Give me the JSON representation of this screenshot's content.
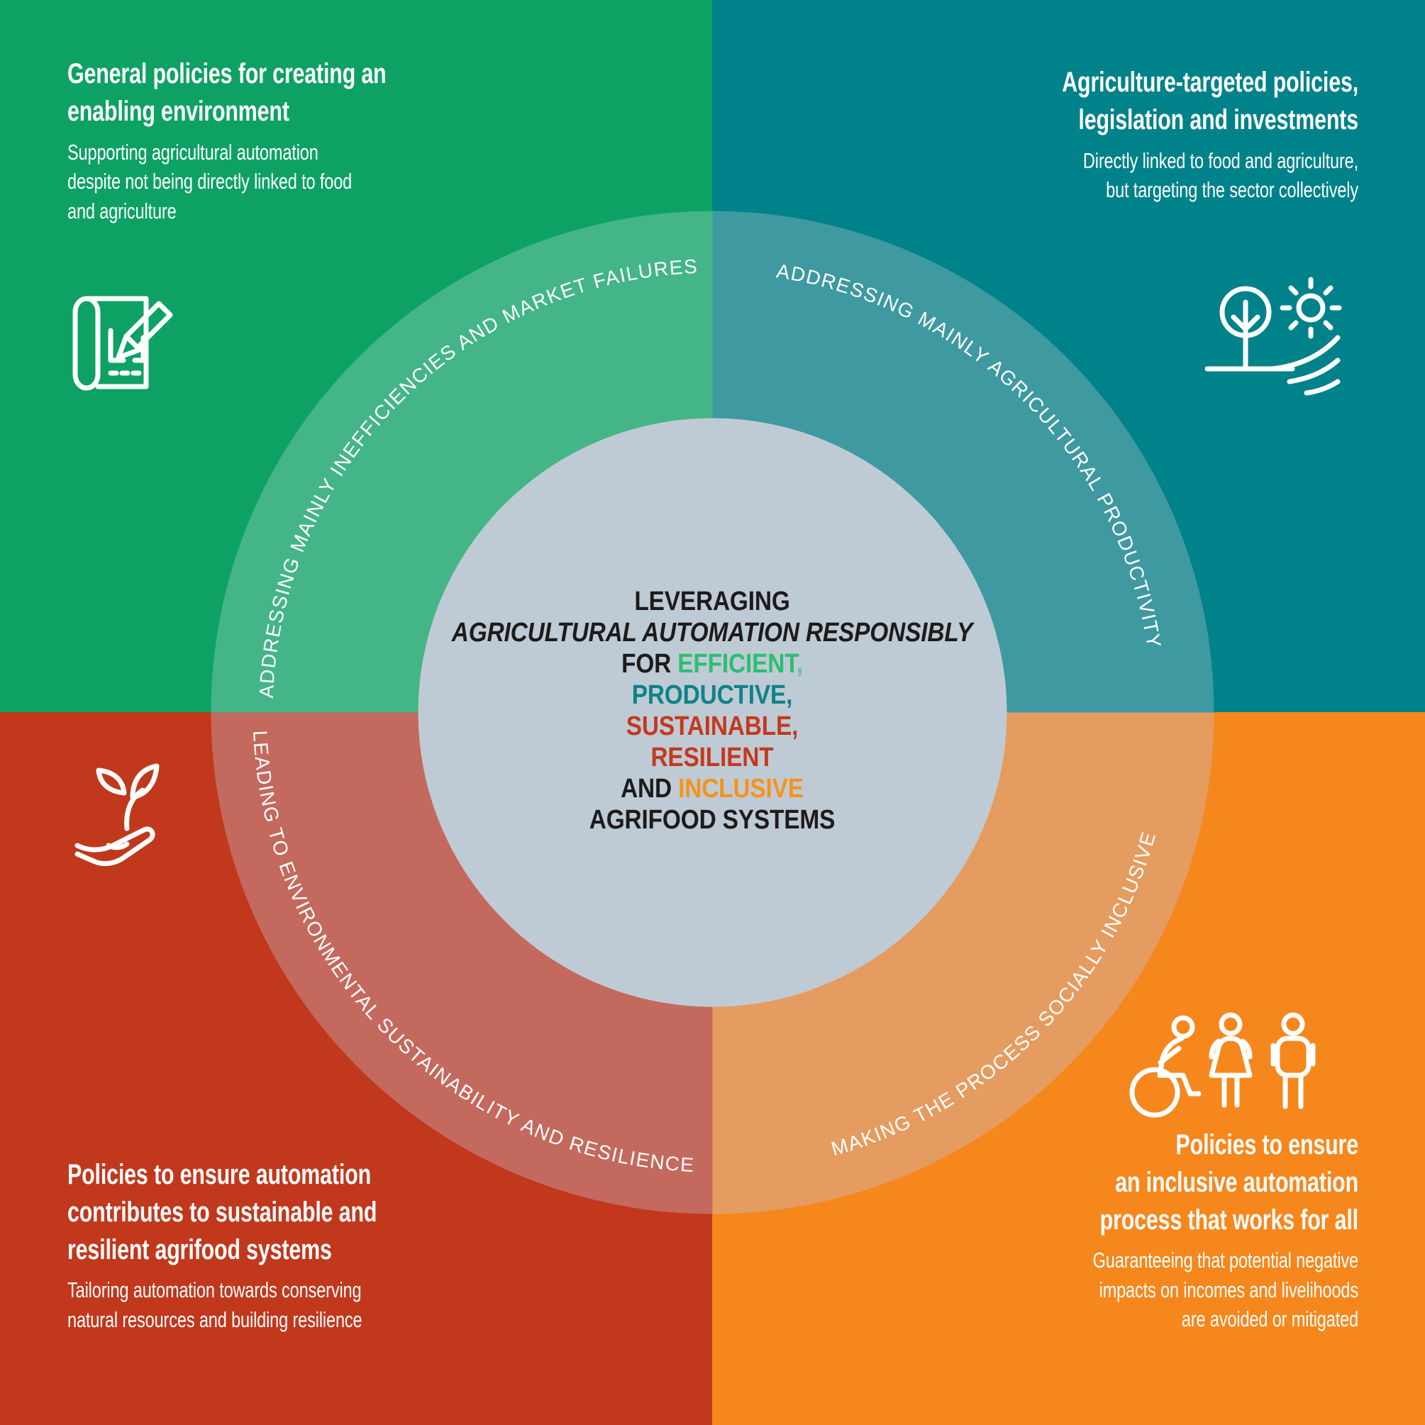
{
  "theme": {
    "q_green": "#0DA264",
    "q_teal": "#00828A",
    "q_red": "#C1381D",
    "q_orange": "#F6871D",
    "ring_green": "#44B586",
    "ring_teal": "#3F99A1",
    "ring_red": "#C4695E",
    "ring_orange": "#E59C60",
    "circle": "#BFCBD4",
    "ink": "#1D1B1B",
    "w_efficient": "#2CBE72",
    "w_comma": "#5FC2B2",
    "w_productive": "#0F828A",
    "w_sustain": "#C23A20",
    "w_inclusive": "#F6921D"
  },
  "quadrants": {
    "top_left": {
      "heading": "General policies for creating an\nenabling environment",
      "body": "Supporting agricultural automation\ndespite not being directly linked to food\nand agriculture",
      "arc_label": "ADDRESSING MAINLY INEFFICIENCIES AND MARKET FAILURES",
      "icon": "blueprint-pencil-icon"
    },
    "top_right": {
      "heading": "Agriculture-targeted policies,\nlegislation and investments",
      "body": "Directly linked to food and agriculture,\nbut targeting the sector collectively",
      "arc_label": "ADDRESSING MAINLY AGRICULTURAL PRODUCTIVITY",
      "icon": "tree-sun-field-icon"
    },
    "bottom_left": {
      "heading": "Policies to ensure automation\ncontributes to sustainable and\nresilient agrifood systems",
      "body": "Tailoring automation towards conserving\nnatural resources and building resilience",
      "arc_label": "LEADING TO ENVIRONMENTAL SUSTAINABILITY AND RESILIENCE",
      "icon": "hand-sprout-icon"
    },
    "bottom_right": {
      "heading": "Policies to ensure\nan inclusive automation\nprocess that works for all",
      "body": "Guaranteeing that potential negative\nimpacts on incomes and livelihoods\nare avoided or mitigated",
      "arc_label": "MAKING THE PROCESS SOCIALLY INCLUSIVE",
      "icon": "wheelchair-woman-man-icon"
    }
  },
  "center": {
    "line1": "LEVERAGING",
    "line2": "AGRICULTURAL AUTOMATION RESPONSIBLY",
    "line3_prefix": "FOR ",
    "line3_word": "EFFICIENT",
    "line3_comma": ",",
    "line4": "PRODUCTIVE,",
    "line5": "SUSTAINABLE,",
    "line6": "RESILIENT",
    "line7_prefix": "AND ",
    "line7_word": "INCLUSIVE",
    "line8": "AGRIFOOD SYSTEMS"
  }
}
